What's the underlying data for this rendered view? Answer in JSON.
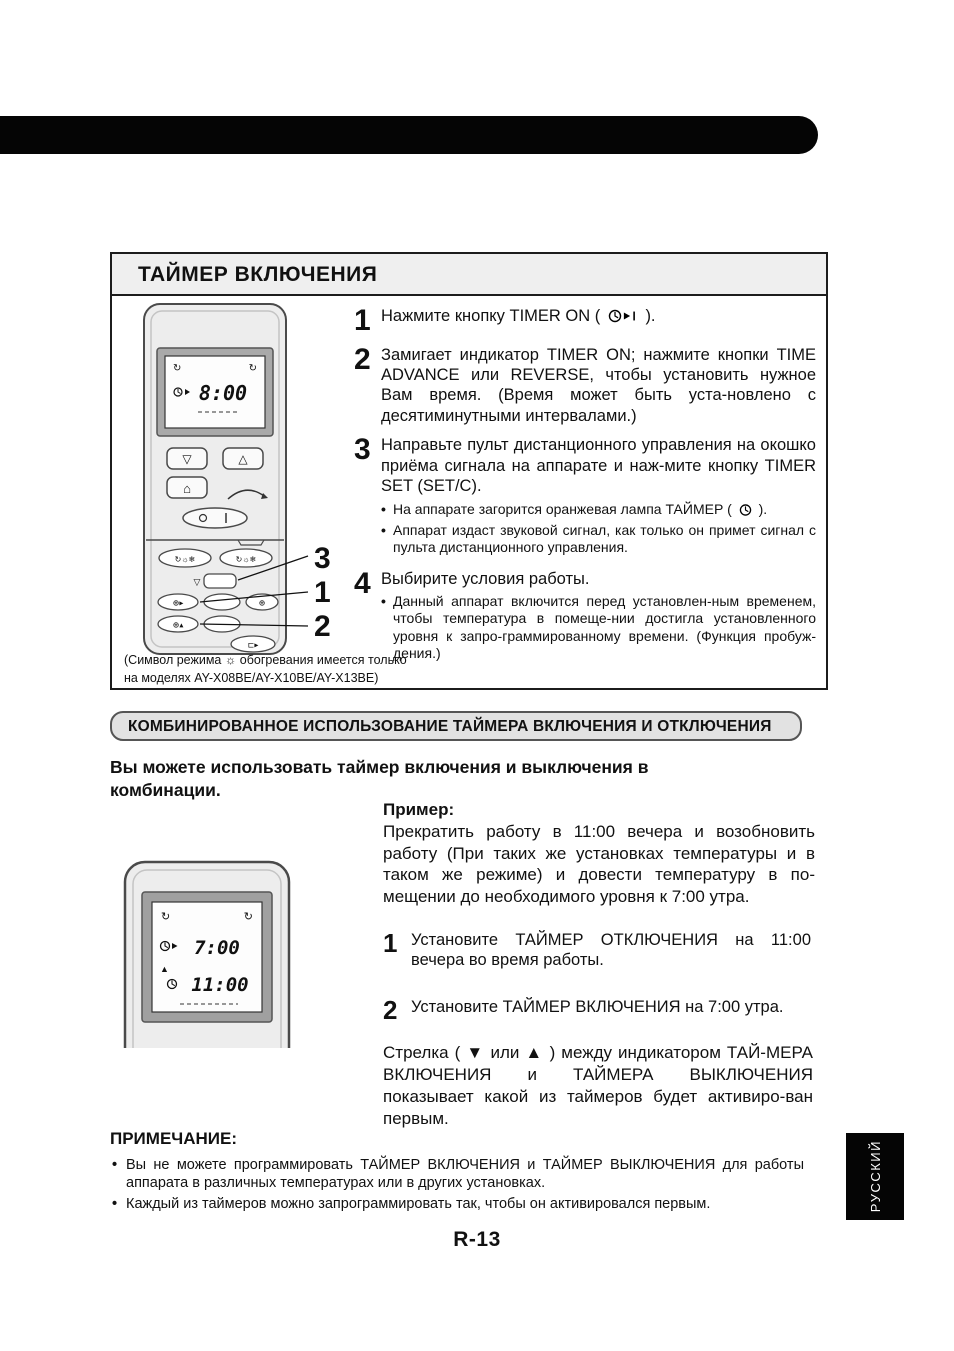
{
  "page": {
    "number": "R-13",
    "language_tab": "РУССКИЙ"
  },
  "timer_on_section": {
    "title": "ТАЙМЕР ВКЛЮЧЕНИЯ",
    "remote": {
      "display_time": "8:00",
      "callouts": [
        "3",
        "1",
        "2"
      ]
    },
    "caption_line1": "(Символ режима ☼ обогревания имеется только",
    "caption_line2": "на моделях AY-X08BE/AY-X10BE/AY-X13BE)",
    "steps": [
      {
        "num": "1",
        "before_icon": "Нажмите кнопку TIMER ON (",
        "after_icon": ")."
      },
      {
        "num": "2",
        "text": "Замигает индикатор TIMER ON; нажмите кнопки TIME ADVANCE или REVERSE, чтобы установить нужное Вам время. (Время может быть уста-новлено с десятиминутными интервалами.)"
      },
      {
        "num": "3",
        "text": "Направьте пульт дистанционного управления на окошко приёма сигнала на аппарате и наж-мите кнопку TIMER SET (SET/C).",
        "bullets": [
          {
            "before_icon": "На аппарате загорится оранжевая лампа ТАЙМЕР (",
            "after_icon": ")."
          },
          {
            "text": "Аппарат издаст звуковой сигнал, как только он примет сигнал с пульта дистанционного управления."
          }
        ]
      },
      {
        "num": "4",
        "text": "Выбирите условия работы.",
        "bullets": [
          {
            "text": "Данный аппарат включится перед установлен-ным временем, чтобы температура в помеще-нии достигла установленного уровня к запро-граммированному времени. (Функция пробуж-дения.)"
          }
        ]
      }
    ]
  },
  "combo_section": {
    "banner": "КОМБИНИРОВАННОЕ ИСПОЛЬЗОВАНИЕ ТАЙМЕРА ВКЛЮЧЕНИЯ И ОТКЛЮЧЕНИЯ",
    "intro": "Вы можете использовать таймер включения и выключения в комбинации.",
    "example_label": "Пример:",
    "example_text": "Прекратить работу в 11:00 вечера и возобновить работу (При таких же установках температуры и в таком же режиме) и довести температуру в по-мещении до необходимого уровня к 7:00 утра.",
    "remote": {
      "time_top": "7:00",
      "time_bottom": "11:00"
    },
    "steps": [
      {
        "num": "1",
        "text": "Установите ТАЙМЕР ОТКЛЮЧЕНИЯ на 11:00 вечера во время работы."
      },
      {
        "num": "2",
        "text": "Установите ТАЙМЕР ВКЛЮЧЕНИЯ на 7:00 утра."
      }
    ],
    "arrow_note": "Стрелка ( ▼ или ▲ ) между индикатором ТАЙ-МЕРА ВКЛЮЧЕНИЯ и ТАЙМЕРА ВЫКЛЮЧЕНИЯ показывает какой из таймеров будет активиро-ван первым."
  },
  "note_section": {
    "heading": "ПРИМЕЧАНИЕ:",
    "items": [
      "Вы не можете программировать ТАЙМЕР ВКЛЮЧЕНИЯ и ТАЙМЕР ВЫКЛЮЧЕНИЯ для работы аппарата в различных температурах или в других установках.",
      "Каждый из таймеров можно запрограммировать так, чтобы он активировался первым."
    ]
  }
}
